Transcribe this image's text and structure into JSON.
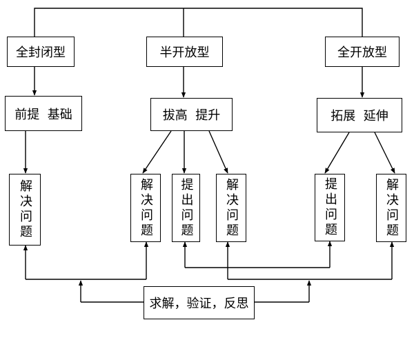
{
  "top_level": {
    "closed": "全封闭型",
    "half_open": "半开放型",
    "full_open": "全开放型"
  },
  "mid_level": {
    "closed": "前提  基础",
    "half_open": "拔高  提升",
    "full_open": "拓展  延伸"
  },
  "leaves": {
    "closed_solve": "解决问题",
    "half_solve_left": "解决问题",
    "half_pose": "提出问题",
    "half_solve_right": "解决问题",
    "full_pose": "提出问题",
    "full_solve": "解决问题"
  },
  "bottom": {
    "summary": "求解，验证，反思"
  }
}
